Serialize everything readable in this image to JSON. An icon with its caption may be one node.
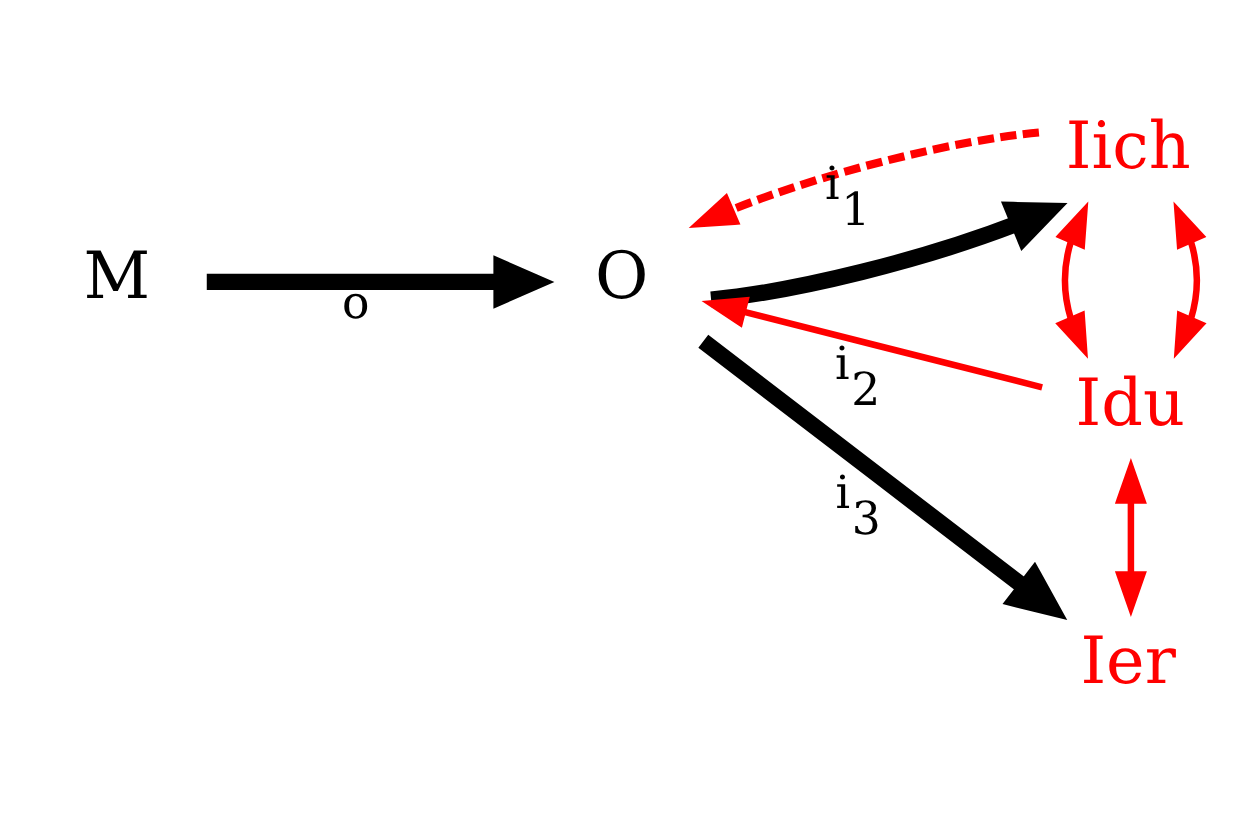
{
  "diagram": {
    "nodes": [
      {
        "text": [
          "M"
        ]
      },
      {
        "text": [
          "O"
        ]
      },
      {
        "text": [
          "Iich"
        ]
      },
      {
        "text": [
          "Idu"
        ]
      },
      {
        "text": [
          "Ier"
        ]
      }
    ],
    "edges": [
      {
        "from": 0,
        "to": 1,
        "arrow": "to",
        "label": "o",
        "style": "thick",
        "color": "#000000"
      },
      {
        "from": 2,
        "to": 1,
        "arrow": "to",
        "label": "i$_{1}$",
        "style": "dashed",
        "color": "#ff0000"
      },
      {
        "from": 1,
        "to": 2,
        "arrow": "to",
        "style": "thick",
        "color": "#000000"
      },
      {
        "from": 3,
        "to": 1,
        "arrow": "to",
        "label": "i$_{2}$",
        "color": "#ff0000"
      },
      {
        "from": 1,
        "to": 4,
        "arrow": "to",
        "label": "i$_{3}$",
        "style": "thick",
        "color": "#000000"
      },
      {
        "from": 2,
        "to": 3,
        "arrow": "both",
        "color": "#ff0000"
      },
      {
        "from": 2,
        "to": 3,
        "arrow": "both",
        "color": "#ff0000"
      },
      {
        "from": 3,
        "to": 4,
        "arrow": "both",
        "color": "#ff0000"
      }
    ]
  }
}
